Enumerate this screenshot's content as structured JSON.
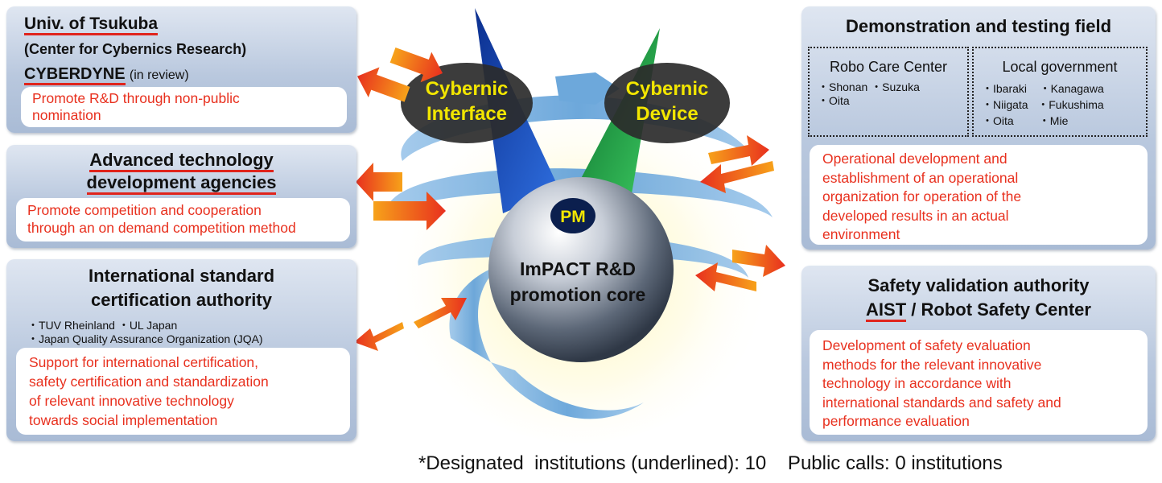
{
  "left_panels": {
    "tsukuba": {
      "title": "Univ. of Tsukuba",
      "subtitle": "(Center for Cybernics Research)",
      "cyberdyne": "CYBERDYNE",
      "review": "(in review)",
      "note_line1": "Promote R&D through non-public",
      "note_line2": "nomination"
    },
    "advanced": {
      "title_line1": "Advanced technology",
      "title_line2": "development agencies",
      "note_line1": "Promote competition and cooperation",
      "note_line2": "through an on demand competition method"
    },
    "intl": {
      "title_line1": "International standard",
      "title_line2": "certification authority",
      "bullet_line1": "・TUV Rheinland   ・UL Japan",
      "bullet_line2": "・Japan Quality Assurance Organization (JQA)",
      "note_line1": "Support for international certification,",
      "note_line2": "safety certification and standardization",
      "note_line3": "of relevant innovative technology",
      "note_line4": "towards social implementation"
    }
  },
  "right_panels": {
    "demo": {
      "title": "Demonstration and testing field",
      "robo_title": "Robo Care Center",
      "robo_line1": "・Shonan  ・Suzuka",
      "robo_line2": "・Oita",
      "local_title": "Local government",
      "local_line1": "・Ibaraki    ・Kanagawa",
      "local_line2": "・Niigata   ・Fukushima",
      "local_line3": "・Oita        ・Mie",
      "note_line1": "Operational development and",
      "note_line2": "establishment of an operational",
      "note_line3": "organization for operation of the",
      "note_line4": "developed results in an actual",
      "note_line5": "environment"
    },
    "safety": {
      "title_line1": "Safety validation authority",
      "aist": "AIST",
      "title_rest": " / Robot Safety Center",
      "note_line1": "Development of safety evaluation",
      "note_line2": "methods for the relevant innovative",
      "note_line3": "technology in accordance with",
      "note_line4": "international standards and safety and",
      "note_line5": "performance evaluation"
    }
  },
  "center": {
    "interface_line1": "Cybernic",
    "interface_line2": "Interface",
    "device_line1": "Cybernic",
    "device_line2": "Device",
    "pm": "PM",
    "core_line1": "ImPACT R&D",
    "core_line2": "promotion core"
  },
  "footer": "*Designated  institutions (underlined): 10    Public calls: 0 institutions",
  "colors": {
    "note_text": "#e8301e",
    "underline": "#e0241c",
    "cybernic_text": "#f2e600",
    "panel_bg": "#b9c8de"
  }
}
